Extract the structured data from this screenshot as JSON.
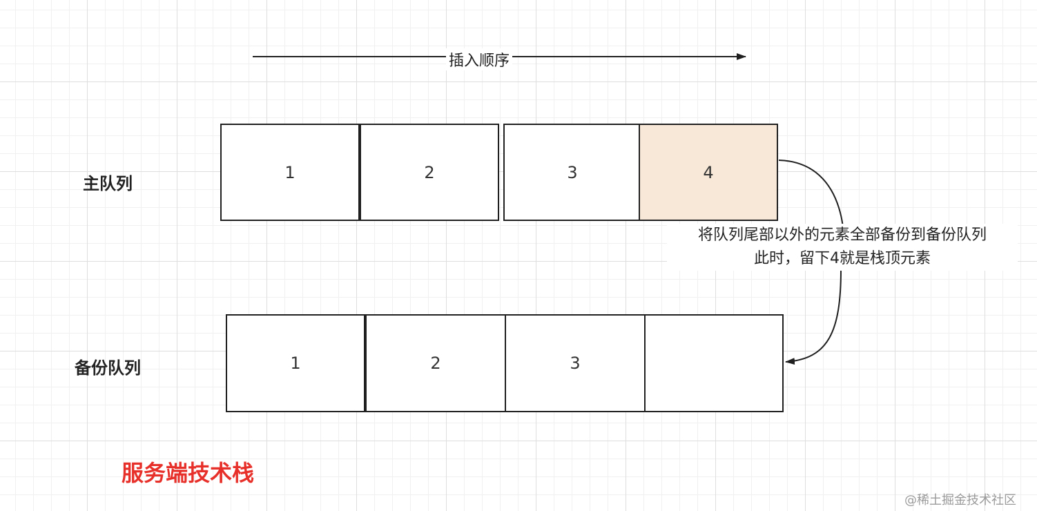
{
  "insert_order_label": "插入顺序",
  "main_queue": {
    "label": "主队列",
    "cells": [
      "1",
      "2",
      "3",
      "4"
    ]
  },
  "backup_queue": {
    "label": "备份队列",
    "cells": [
      "1",
      "2",
      "3",
      ""
    ]
  },
  "note": {
    "line1": "将队列尾部以外的元素全部备份到备份队列",
    "line2": "此时，留下4就是栈顶元素"
  },
  "brand_text": "服务端技术栈",
  "watermark_text": "@稀土掘金技术社区",
  "colors": {
    "highlight_fill": "#f8e8d8",
    "brand": "#e8302a",
    "stroke": "#1f1f1f"
  }
}
